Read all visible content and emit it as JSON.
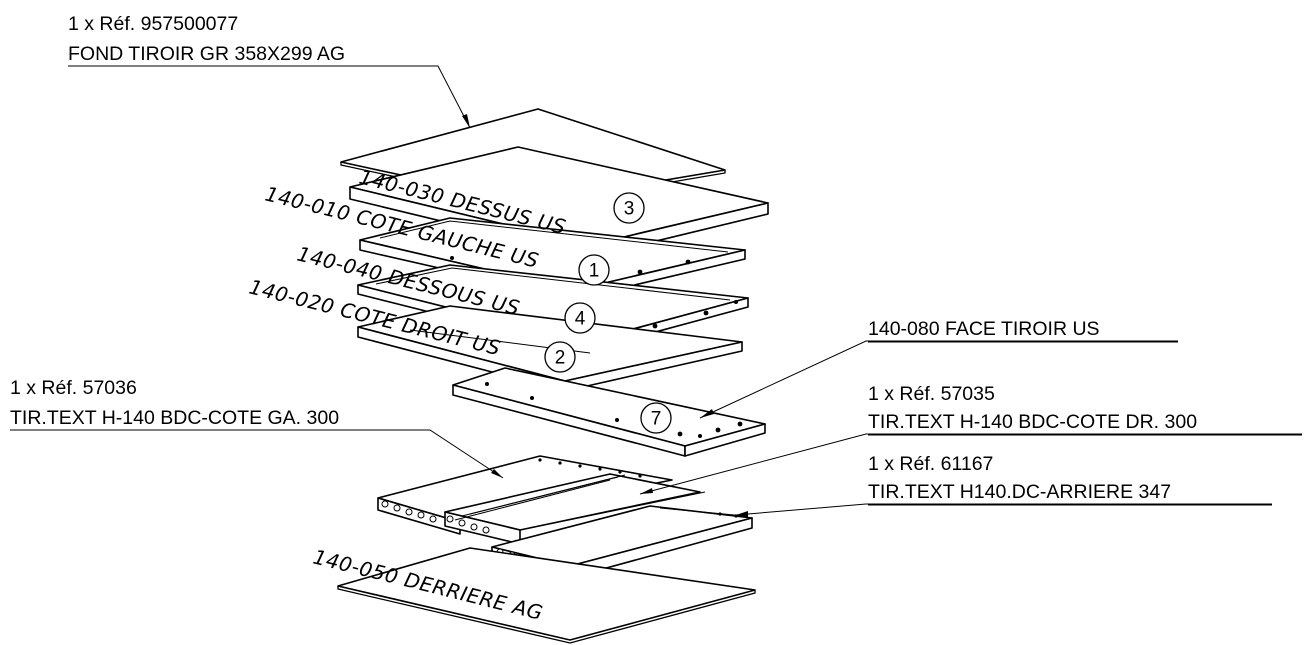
{
  "callouts": {
    "fond": {
      "qty_ref": "1 x Réf. 957500077",
      "name": "FOND TIROIR GR 358X299 AG"
    },
    "face": {
      "name": "140-080 FACE TIROIR US"
    },
    "cote_ga": {
      "qty_ref": "1 x Réf. 57036",
      "name": "TIR.TEXT H-140 BDC-COTE GA. 300"
    },
    "cote_dr": {
      "qty_ref": "1 x Réf. 57035",
      "name": "TIR.TEXT H-140 BDC-COTE DR. 300"
    },
    "arriere": {
      "qty_ref": "1 x Réf. 61167",
      "name": "TIR.TEXT H140.DC-ARRIERE  347"
    }
  },
  "panels": [
    {
      "label": "140-030 DESSUS US",
      "number": "3"
    },
    {
      "label": "140-010 COTE GAUCHE US",
      "number": "1"
    },
    {
      "label": "140-040 DESSOUS US",
      "number": "4"
    },
    {
      "label": "140-020 COTE DROIT US",
      "number": "2"
    },
    {
      "label": "",
      "number": "7"
    },
    {
      "label": "140-050 DERRIERE AG",
      "number": ""
    }
  ]
}
